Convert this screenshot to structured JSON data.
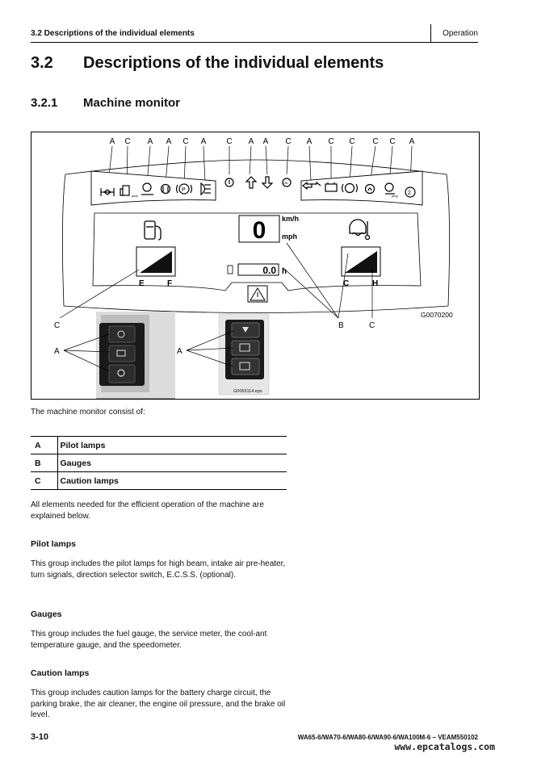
{
  "header": {
    "section": "3.2 Descriptions of the individual elements",
    "chapter": "Operation"
  },
  "heading2": {
    "number": "3.2",
    "title": "Descriptions of the individual elements"
  },
  "heading3": {
    "number": "3.2.1",
    "title": "Machine monitor"
  },
  "figure": {
    "top_letters": [
      "A",
      "C",
      "A",
      "A",
      "C",
      "A",
      "C",
      "A",
      "A",
      "C",
      "A",
      "C",
      "C",
      "C",
      "C",
      "A"
    ],
    "speed_value": "0",
    "speed_units": [
      "km/h",
      "mph"
    ],
    "hour_value": "0.0",
    "hour_unit": "h",
    "fuel_labels": [
      "E",
      "F"
    ],
    "temp_labels": [
      "C",
      "H"
    ],
    "callouts": [
      "C",
      "B",
      "C",
      "A",
      "A"
    ],
    "figure_code": "G0070200",
    "photo_code": "G0065114.eps"
  },
  "caption": "The machine monitor consist of:",
  "legend": [
    {
      "key": "A",
      "value": "Pilot lamps"
    },
    {
      "key": "B",
      "value": "Gauges"
    },
    {
      "key": "C",
      "value": "Caution lamps"
    }
  ],
  "intro": "All elements needed for the efficient operation of the machine are explained below.",
  "sections": [
    {
      "title": "Pilot lamps",
      "text": "This group includes the pilot lamps for high beam, intake air pre-heater, turn signals, direction selector switch, E.C.S.S. (optional)."
    },
    {
      "title": "Gauges",
      "text": "This group includes the fuel gauge, the service meter, the cool-ant temperature gauge, and the speedometer."
    },
    {
      "title": "Caution lamps",
      "text": "This group includes caution lamps for the battery charge circuit, the parking brake, the air cleaner, the engine oil pressure, and the brake oil level."
    }
  ],
  "footer": {
    "page": "3-10",
    "models": "WA65-6/WA70-6/WA80-6/WA90-6/WA100M-6 – VEAM550102",
    "watermark": "www.epcatalogs.com"
  }
}
